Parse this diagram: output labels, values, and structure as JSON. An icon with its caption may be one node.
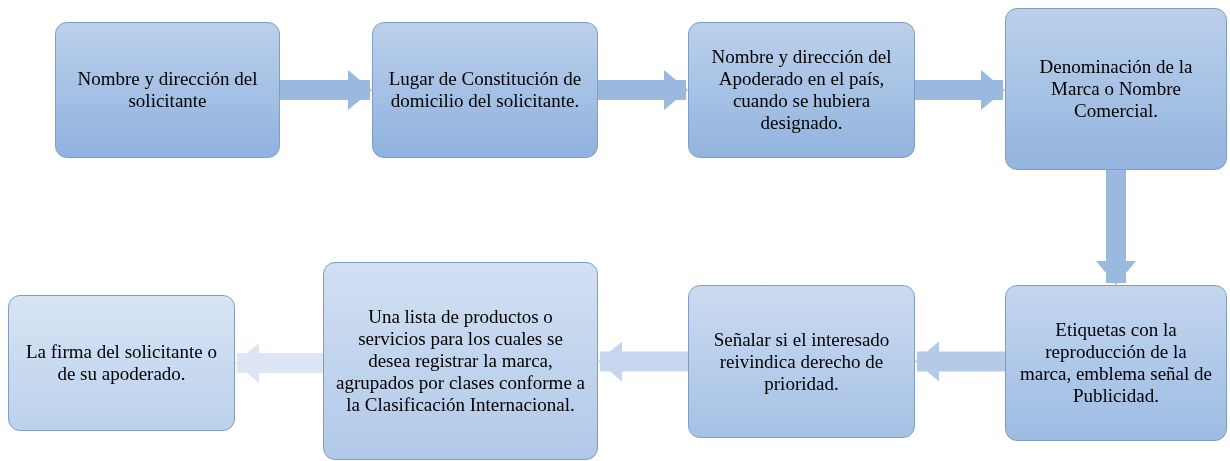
{
  "diagram": {
    "nodes": [
      {
        "text": [
          "Nombre y dirección del solicitante"
        ]
      },
      {
        "text": [
          "Lugar de Constitución de domicilio del solicitante."
        ]
      },
      {
        "text": [
          "Nombre y dirección del Apoderado en el país, cuando se hubiera designado."
        ]
      },
      {
        "text": [
          "Denominación de la Marca o Nombre Comercial."
        ]
      },
      {
        "text": [
          "Etiquetas con la reproducción de la marca, emblema señal de Publicidad."
        ]
      },
      {
        "text": [
          "Señalar si el interesado reivindica derecho de prioridad."
        ]
      },
      {
        "text": [
          "Una lista de productos o servicios para los cuales se desea registrar la marca, agrupados por clases conforme a la Clasificación Internacional."
        ]
      },
      {
        "text": [
          "La firma del solicitante o de su apoderado."
        ]
      }
    ],
    "edges": [
      {
        "from": 0,
        "to": 1,
        "arrow": "to"
      },
      {
        "from": 1,
        "to": 2,
        "arrow": "to"
      },
      {
        "from": 2,
        "to": 3,
        "arrow": "to"
      },
      {
        "from": 3,
        "to": 4,
        "arrow": "to"
      },
      {
        "from": 4,
        "to": 5,
        "arrow": "to",
        "color": "#b4cae8"
      },
      {
        "from": 5,
        "to": 6,
        "arrow": "to",
        "color": "#c6d6ee"
      },
      {
        "from": 6,
        "to": 7,
        "arrow": "to",
        "color": "#dbe5f3"
      }
    ]
  }
}
